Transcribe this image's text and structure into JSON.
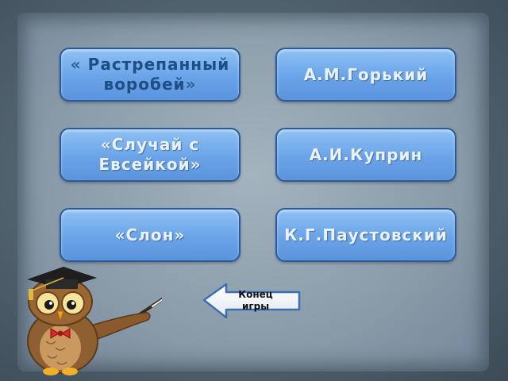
{
  "answers": {
    "b1": {
      "open_quote": "«",
      "text": "Растрепанный воробей",
      "close_quote": "»"
    },
    "b2": {
      "text": "А.М.Горький"
    },
    "b3": {
      "text": "«Случай с Евсейкой»"
    },
    "b4": {
      "text": "А.И.Куприн"
    },
    "b5": {
      "text": "«Слон»"
    },
    "b6": {
      "text": "К.Г.Паустовский"
    }
  },
  "end_button": {
    "label": "Конец игры"
  },
  "icons": {
    "end": "arrow-left-icon",
    "mascot": "owl-teacher-icon"
  },
  "colors": {
    "button": "#6aa3e8",
    "button_border": "#2a5a9a",
    "board": "#8c9dab"
  }
}
